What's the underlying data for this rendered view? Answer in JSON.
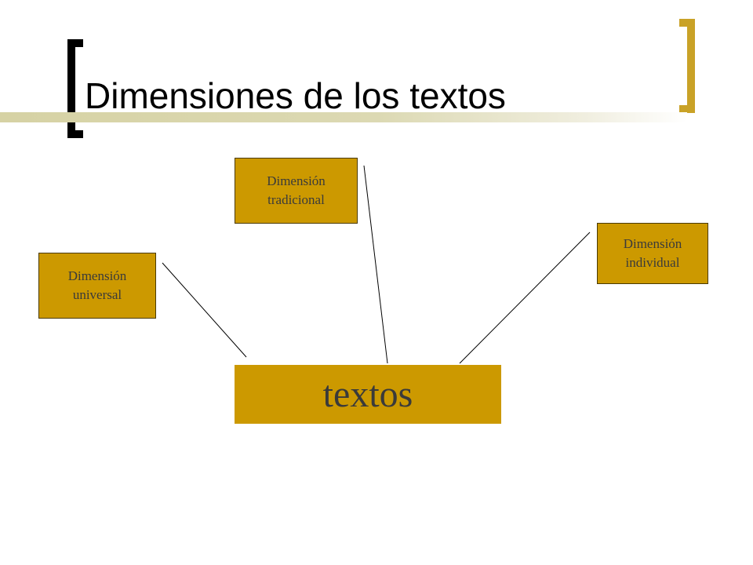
{
  "slide": {
    "title": "Dimensiones de los textos"
  },
  "colors": {
    "node_fill": "#cc9900",
    "left_bracket": "#000000",
    "right_bracket": "#c9a227",
    "title_rule": "#d6d2a4",
    "connector": "#000000"
  },
  "diagram": {
    "center": {
      "label": "textos"
    },
    "nodes": [
      {
        "id": "universal",
        "line1": "Dimensión",
        "line2": "universal"
      },
      {
        "id": "tradicional",
        "line1": "Dimensión",
        "line2": "tradicional"
      },
      {
        "id": "individual",
        "line1": "Dimensión",
        "line2": "individual"
      }
    ]
  }
}
